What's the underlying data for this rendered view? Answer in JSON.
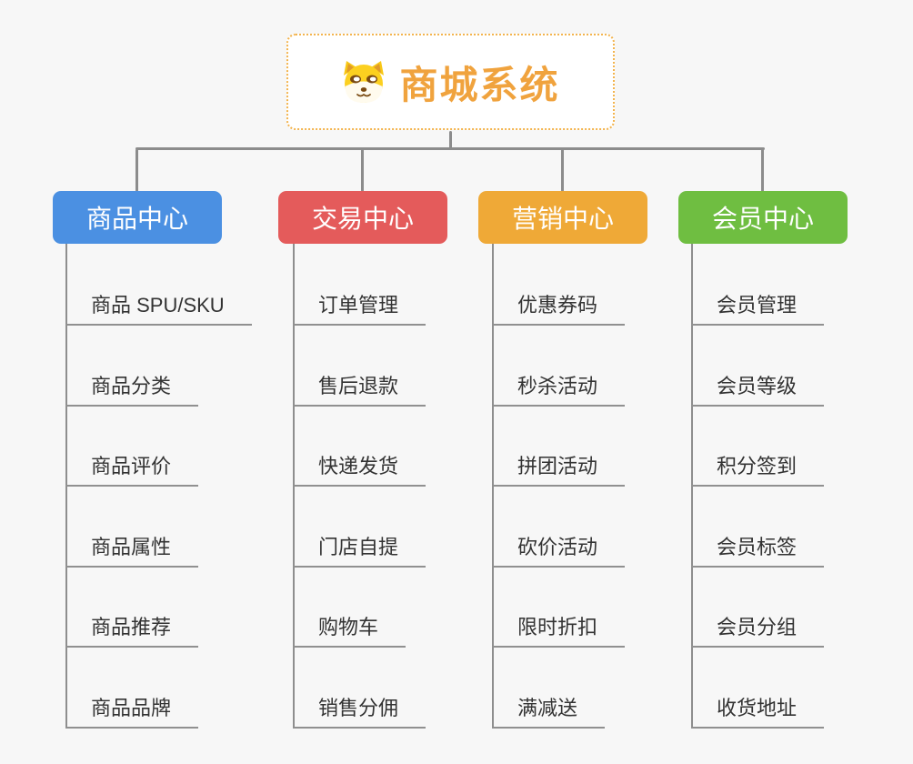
{
  "root": {
    "title": "商城系统",
    "icon": "dog-face-icon",
    "text_color": "#f0a33e",
    "border_color": "#f3b44e"
  },
  "connector_color": "#8c8c8c",
  "background_color": "#f7f7f7",
  "branches": [
    {
      "label": "商品中心",
      "color": "#4b90e2",
      "children": [
        "商品 SPU/SKU",
        "商品分类",
        "商品评价",
        "商品属性",
        "商品推荐",
        "商品品牌"
      ]
    },
    {
      "label": "交易中心",
      "color": "#e45b5b",
      "children": [
        "订单管理",
        "售后退款",
        "快递发货",
        "门店自提",
        "购物车",
        "销售分佣"
      ]
    },
    {
      "label": "营销中心",
      "color": "#efa937",
      "children": [
        "优惠券码",
        "秒杀活动",
        "拼团活动",
        "砍价活动",
        "限时折扣",
        "满减送"
      ]
    },
    {
      "label": "会员中心",
      "color": "#6fbe41",
      "children": [
        "会员管理",
        "会员等级",
        "积分签到",
        "会员标签",
        "会员分组",
        "收货地址"
      ]
    }
  ]
}
